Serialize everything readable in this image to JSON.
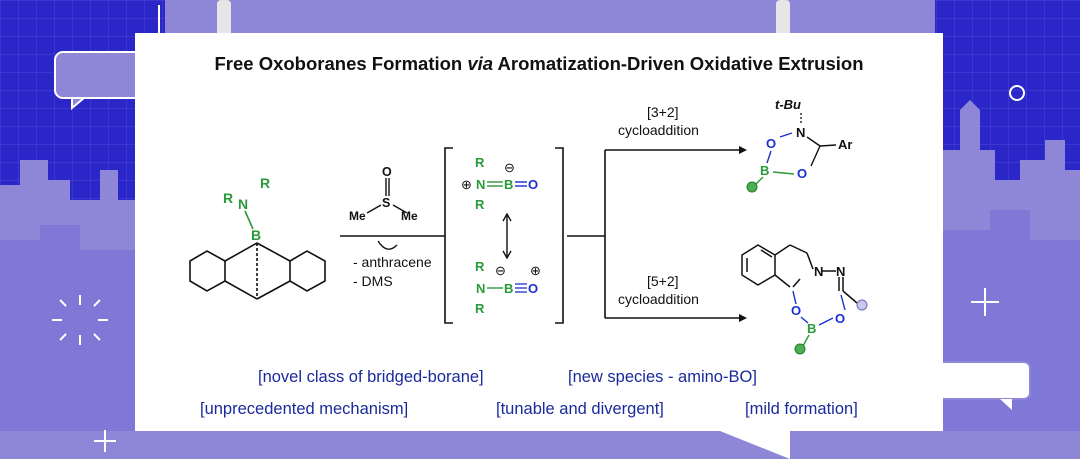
{
  "title": {
    "part1": "Free Oxoboranes Formation ",
    "italic": "via",
    "part2": " Aromatization-Driven Oxidative Extrusion"
  },
  "colors": {
    "background": "#2b26c7",
    "skyline": "#8e87d8",
    "panel": "#7f78d6",
    "nitrogen_substituent": "#2a9a3a",
    "oxygen": "#1a2fd0",
    "keyword_text": "#1a2a9c"
  },
  "reagent": {
    "sulfur": "S",
    "oxygen": "O",
    "methyl_left": "Me",
    "methyl_right": "Me",
    "byproduct_1": "- anthracene",
    "byproduct_2": "- DMS"
  },
  "reaction_1": {
    "line1": "[3+2]",
    "line2": "cycloaddition"
  },
  "reaction_2": {
    "line1": "[5+2]",
    "line2": "cycloaddition"
  },
  "atoms": {
    "R": "R",
    "N": "N",
    "B": "B",
    "O": "O",
    "plus": "⊕",
    "minus": "⊖",
    "tBu": "t-Bu",
    "Ar": "Ar"
  },
  "keywords": [
    "[novel class of bridged-borane]",
    "[new species - amino-BO]",
    "[unprecedented mechanism]",
    "[tunable and divergent]",
    "[mild formation]"
  ]
}
